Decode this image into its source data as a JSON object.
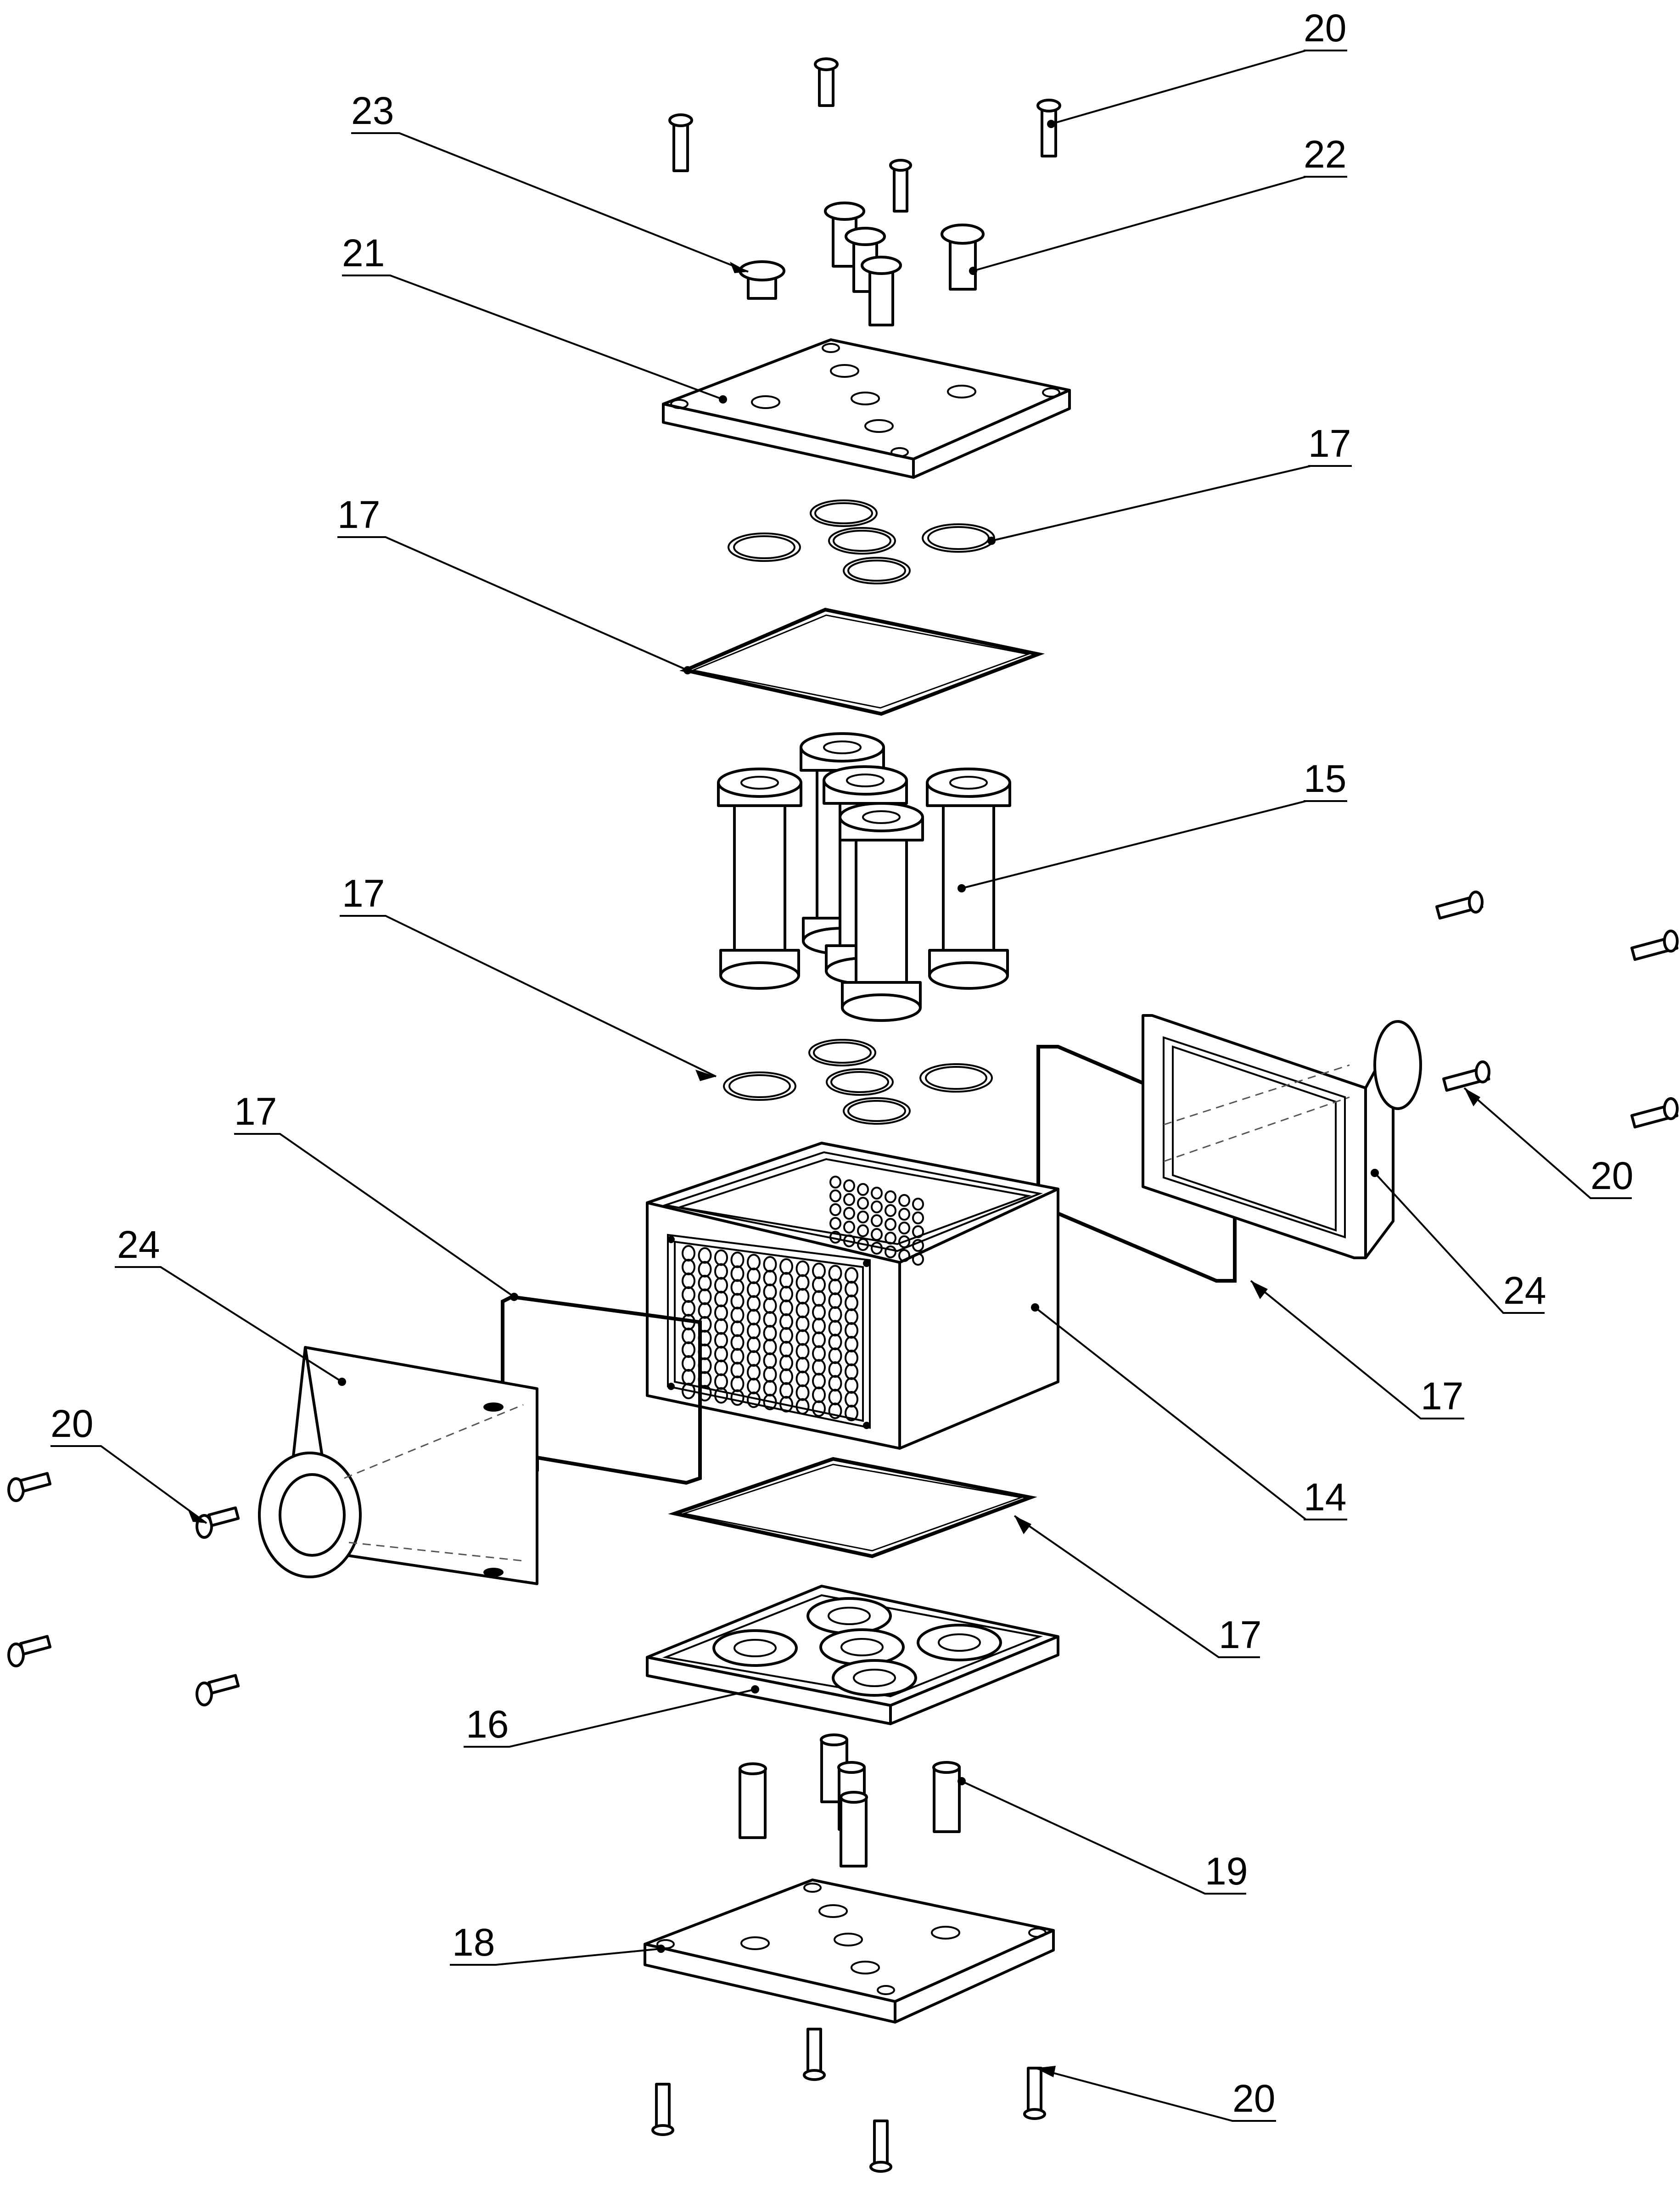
{
  "callouts": {
    "c20_top": "20",
    "c23": "23",
    "c22": "22",
    "c21": "21",
    "c17_right_top": "17",
    "c17_left_top": "17",
    "c15": "15",
    "c17_mid": "17",
    "c17_left": "17",
    "c24_left": "24",
    "c20_right": "20",
    "c24_right": "24",
    "c17_right": "17",
    "c20_left": "20",
    "c14": "14",
    "c17_bottom": "17",
    "c16": "16",
    "c19": "19",
    "c18": "18",
    "c20_bottom": "20"
  }
}
